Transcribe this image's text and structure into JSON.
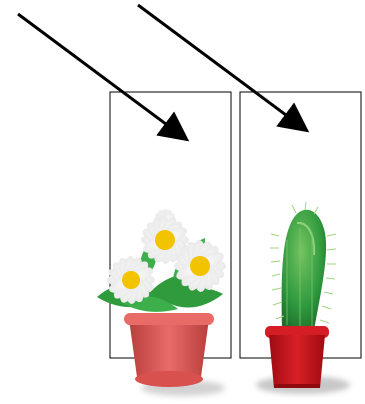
{
  "scene": {
    "description_free": true,
    "panels": [
      {
        "id": "left",
        "content": "flower-pot"
      },
      {
        "id": "right",
        "content": "cactus-pot"
      }
    ],
    "arrows": [
      {
        "id": "arrow-1",
        "direction": "down-right"
      },
      {
        "id": "arrow-2",
        "direction": "down-right"
      }
    ]
  },
  "colors": {
    "background": "#ffffff",
    "panel_stroke": "#000000",
    "arrow": "#000000",
    "flower_pot": "#d9514f",
    "flower_pot_rim": "#e86b68",
    "flower_petal": "#ffffff",
    "flower_center": "#f2c300",
    "leaf": "#2f9b3d",
    "cactus": "#2e8d3e",
    "cactus_highlight": "#67bb58",
    "cactus_pot": "#c8161d",
    "shadow": "#bcbcbc"
  }
}
